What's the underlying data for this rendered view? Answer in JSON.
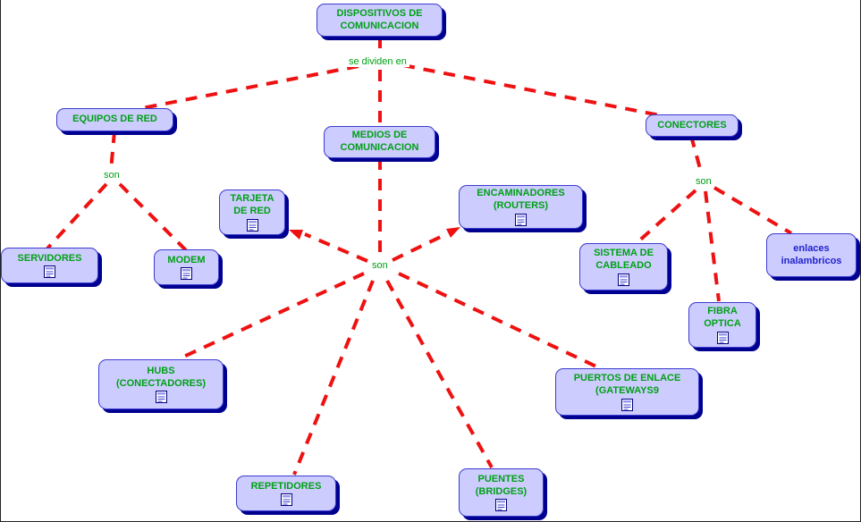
{
  "colors": {
    "line_red": "#ee1111",
    "node_bg": "#ccccff",
    "node_border": "#3c3cd0",
    "node_shadow": "#000090",
    "text_green": "#00a014",
    "text_blue": "#2222cc",
    "canvas_bg": "#ffffff"
  },
  "nodes": {
    "dispositivos": {
      "label": "DISPOSITIVOS DE\nCOMUNICACION"
    },
    "equipos_de_red": {
      "label": "EQUIPOS DE RED"
    },
    "medios_de_comunicacion": {
      "label": "MEDIOS DE\nCOMUNICACION"
    },
    "conectores": {
      "label": "CONECTORES"
    },
    "servidores": {
      "label": "SERVIDORES"
    },
    "modem": {
      "label": "MODEM"
    },
    "tarjeta_de_red": {
      "label": "TARJETA\nDE RED"
    },
    "encaminadores": {
      "label": "ENCAMINADORES\n(ROUTERS)"
    },
    "sistema_de_cableado": {
      "label": "SISTEMA DE\nCABLEADO"
    },
    "enlaces_inalambricos": {
      "label": "enlaces\ninalambricos"
    },
    "fibra_optica": {
      "label": "FIBRA\nOPTICA"
    },
    "hubs": {
      "label": "HUBS\n(CONECTADORES)"
    },
    "puertos_de_enlace": {
      "label": "PUERTOS DE ENLACE\n(GATEWAYS9"
    },
    "repetidores": {
      "label": "REPETIDORES"
    },
    "puentes": {
      "label": "PUENTES\n(BRIDGES)"
    }
  },
  "link_labels": {
    "se_dividen_en": "se dividen en",
    "son_equipos": "son",
    "son_medios": "son",
    "son_conectores": "son"
  }
}
